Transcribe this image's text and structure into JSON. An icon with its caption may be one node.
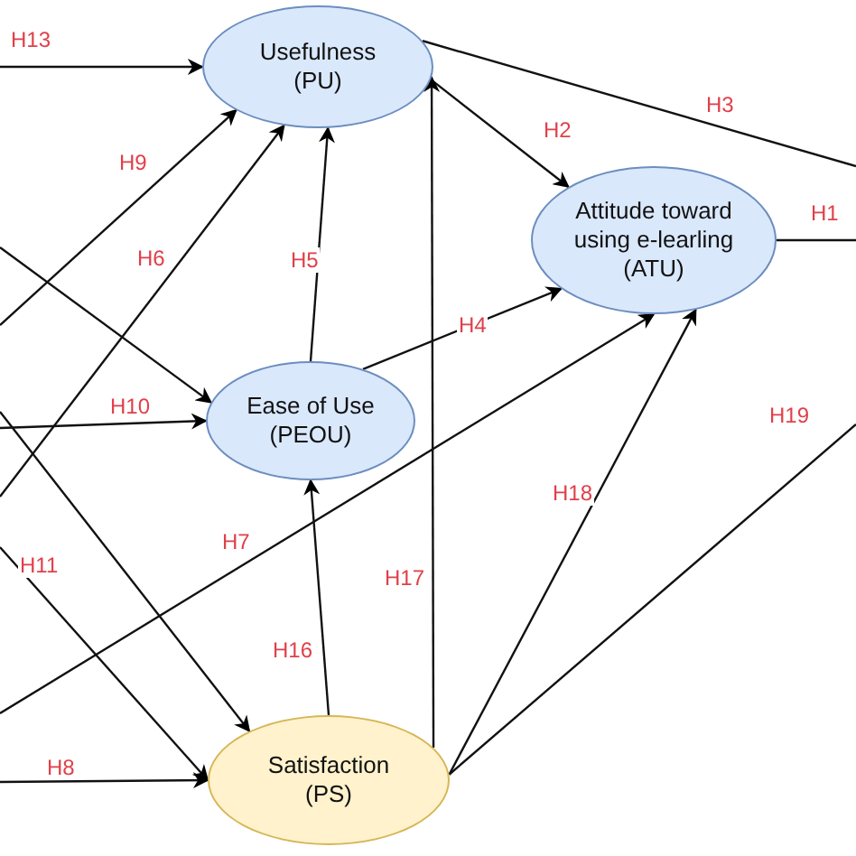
{
  "diagram": {
    "nodes": [
      {
        "text": [
          "Usefulness (PU)"
        ]
      },
      {
        "text": [
          "Attitude toward using e-learling (ATU)"
        ]
      },
      {
        "text": [
          "Ease of Use (PEOU)"
        ]
      },
      {
        "text": [
          "Satisfaction (PS)"
        ]
      }
    ],
    "edges": [
      {
        "from": null,
        "to": 0,
        "arrow": "to",
        "label": "H13"
      },
      {
        "from": null,
        "to": 0,
        "arrow": "to",
        "label": "H9"
      },
      {
        "from": null,
        "to": 0,
        "arrow": "to",
        "label": "H6"
      },
      {
        "from": null,
        "to": 2,
        "arrow": "to"
      },
      {
        "from": null,
        "to": 2,
        "arrow": "to",
        "label": "H10"
      },
      {
        "from": 2,
        "to": 0,
        "arrow": "to",
        "label": "H5"
      },
      {
        "from": 0,
        "to": 1,
        "arrow": "to",
        "label": "H2"
      },
      {
        "from": 0,
        "to": null,
        "arrow": "none",
        "label": "H3"
      },
      {
        "from": 1,
        "to": null,
        "arrow": "none",
        "label": "H1"
      },
      {
        "from": 2,
        "to": 1,
        "arrow": "to",
        "label": "H4"
      },
      {
        "from": null,
        "to": 1,
        "arrow": "to",
        "label": "H7"
      },
      {
        "from": null,
        "to": 3,
        "arrow": "to",
        "label": "H11"
      },
      {
        "from": null,
        "to": 3,
        "arrow": "to"
      },
      {
        "from": null,
        "to": 3,
        "arrow": "to",
        "label": "H8"
      },
      {
        "from": 3,
        "to": 2,
        "arrow": "to",
        "label": "H16"
      },
      {
        "from": 3,
        "to": 0,
        "arrow": "to",
        "label": "H17"
      },
      {
        "from": 3,
        "to": 1,
        "arrow": "to",
        "label": "H18"
      },
      {
        "from": 3,
        "to": null,
        "arrow": "none",
        "label": "H19"
      }
    ]
  }
}
